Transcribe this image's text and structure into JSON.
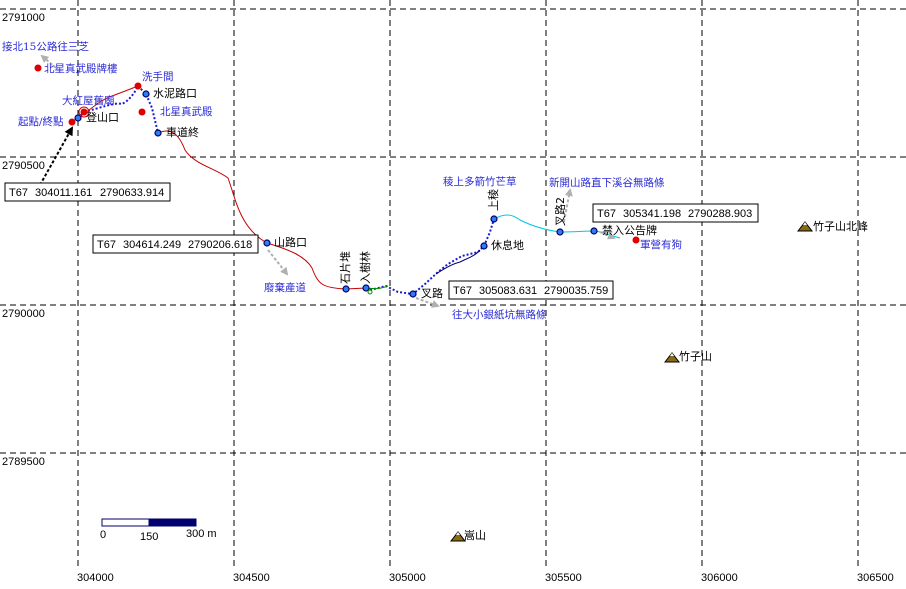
{
  "map": {
    "grid": {
      "x_labels": [
        "304000",
        "304500",
        "305000",
        "305500",
        "306000",
        "306500"
      ],
      "y_labels": [
        "2791000",
        "2790500",
        "2790000",
        "2789500"
      ]
    },
    "scale_bar": {
      "labels": [
        "0",
        "150",
        "300 m"
      ]
    },
    "coord_boxes": [
      {
        "crs": "T67",
        "x": "304011.161",
        "y": "2790633.914"
      },
      {
        "crs": "T67",
        "x": "304614.249",
        "y": "2790206.618"
      },
      {
        "crs": "T67",
        "x": "305083.631",
        "y": "2790035.759"
      },
      {
        "crs": "T67",
        "x": "305341.198",
        "y": "2790288.903"
      }
    ],
    "black_labels": {
      "trailhead": "登山口",
      "cement_road": "水泥路口",
      "road_end": "車道終",
      "mountain_road": "山路口",
      "quarry": "石片堆",
      "grove_entry": "入樹林",
      "fork": "叉路",
      "ascend": "上稜",
      "rest_area": "休息地",
      "fork2": "叉路2",
      "no_entry_sign": "禁入公告牌"
    },
    "blue_labels": {
      "to_north15": "接北15公路往三芝",
      "beixing_arch": "北星真武殿牌樓",
      "toilet": "洗手間",
      "old_temple": "大紅屋舊廟",
      "beixing_temple": "北星真武殿",
      "start_end": "起點/終點",
      "abandoned_road": "廢棄產道",
      "to_silver_pit": "往大小銀紙坑無路條",
      "ridge_grass": "稜上多箭竹芒草",
      "new_road": "新開山路直下溪谷無路條",
      "army_dogs": "軍營有狗"
    },
    "peaks": {
      "zhuzi_north": "竹子山北峰",
      "zhuzi": "竹子山",
      "songshan": "嵩山"
    }
  }
}
